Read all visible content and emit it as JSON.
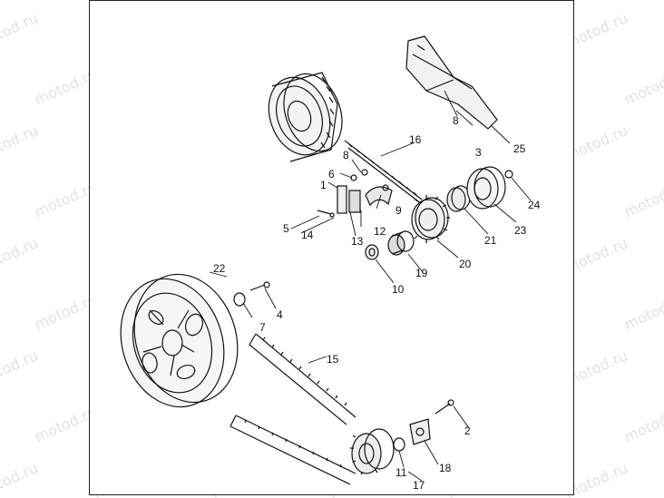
{
  "watermark": "motod.ru",
  "callouts": [
    {
      "id": "c1",
      "text": "1"
    },
    {
      "id": "c2",
      "text": "2"
    },
    {
      "id": "c3",
      "text": "3"
    },
    {
      "id": "c4",
      "text": "4"
    },
    {
      "id": "c5",
      "text": "5"
    },
    {
      "id": "c6",
      "text": "6"
    },
    {
      "id": "c7",
      "text": "7"
    },
    {
      "id": "c8a",
      "text": "8"
    },
    {
      "id": "c8b",
      "text": "8"
    },
    {
      "id": "c9",
      "text": "9"
    },
    {
      "id": "c10",
      "text": "10"
    },
    {
      "id": "c11",
      "text": "11"
    },
    {
      "id": "c12",
      "text": "12"
    },
    {
      "id": "c13",
      "text": "13"
    },
    {
      "id": "c14",
      "text": "14"
    },
    {
      "id": "c15",
      "text": "15"
    },
    {
      "id": "c16",
      "text": "16"
    },
    {
      "id": "c17",
      "text": "17"
    },
    {
      "id": "c18",
      "text": "18"
    },
    {
      "id": "c19",
      "text": "19"
    },
    {
      "id": "c20",
      "text": "20"
    },
    {
      "id": "c21",
      "text": "21"
    },
    {
      "id": "c22",
      "text": "22"
    },
    {
      "id": "c23",
      "text": "23"
    },
    {
      "id": "c24",
      "text": "24"
    },
    {
      "id": "c25",
      "text": "25"
    }
  ]
}
